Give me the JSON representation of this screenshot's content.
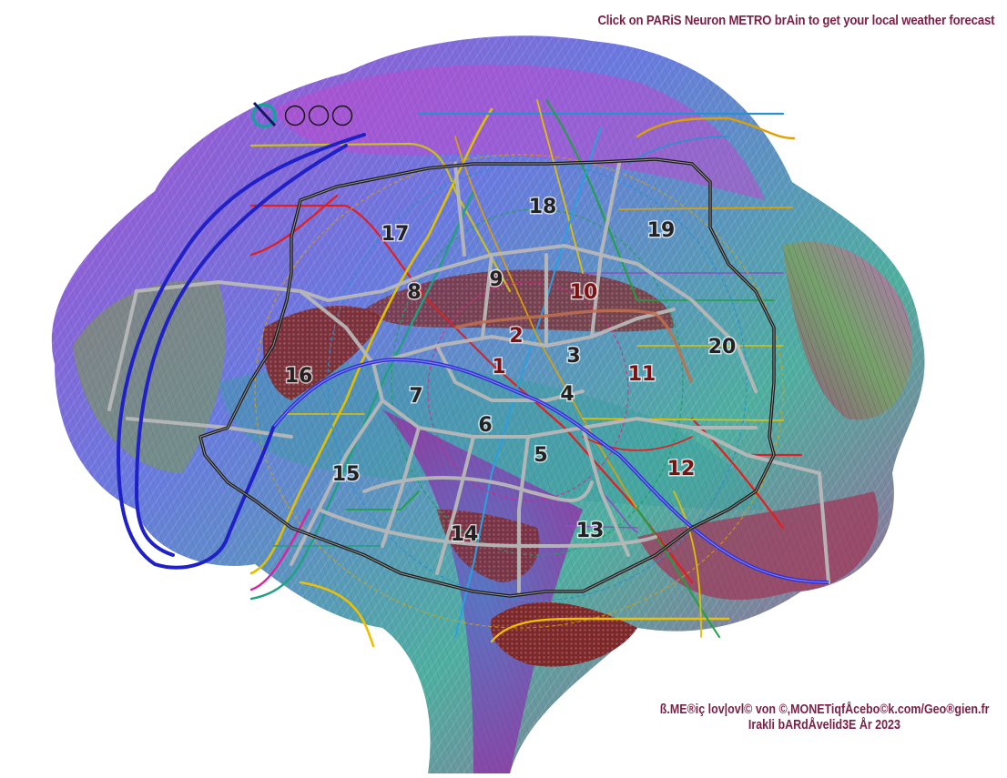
{
  "header": {
    "link_text": "Click on PARiS Neuron METRO brAin to get your local weather forecast"
  },
  "footer": {
    "line1": "ß.ME®iç lov|ovl© von ©,MONETiqfÅcebo©k.com/Geo®gien.fr",
    "line2": "Irakli bARdÅvelid3E År 2023"
  },
  "map": {
    "arrondissements": [
      {
        "label": "1",
        "color": "#7a1010"
      },
      {
        "label": "2",
        "color": "#7a1010"
      },
      {
        "label": "3",
        "color": "#222222"
      },
      {
        "label": "4",
        "color": "#222222"
      },
      {
        "label": "5",
        "color": "#222222"
      },
      {
        "label": "6",
        "color": "#222222"
      },
      {
        "label": "7",
        "color": "#222222"
      },
      {
        "label": "8",
        "color": "#222222"
      },
      {
        "label": "9",
        "color": "#222222"
      },
      {
        "label": "10",
        "color": "#7a1010"
      },
      {
        "label": "11",
        "color": "#7a1010"
      },
      {
        "label": "12",
        "color": "#7a1010"
      },
      {
        "label": "13",
        "color": "#222222"
      },
      {
        "label": "14",
        "color": "#222222"
      },
      {
        "label": "15",
        "color": "#222222"
      },
      {
        "label": "16",
        "color": "#222222"
      },
      {
        "label": "17",
        "color": "#222222"
      },
      {
        "label": "18",
        "color": "#222222"
      },
      {
        "label": "19",
        "color": "#222222"
      },
      {
        "label": "20",
        "color": "#222222"
      }
    ],
    "colors": {
      "text_accent": "#7a1f45",
      "metro_blue": "#2a2ad0",
      "boundary": "#222222",
      "peripherique": "#aaaaaa"
    },
    "icons": [
      "no-entry-icon",
      "circle-icon",
      "circle-icon",
      "circle-icon"
    ]
  }
}
